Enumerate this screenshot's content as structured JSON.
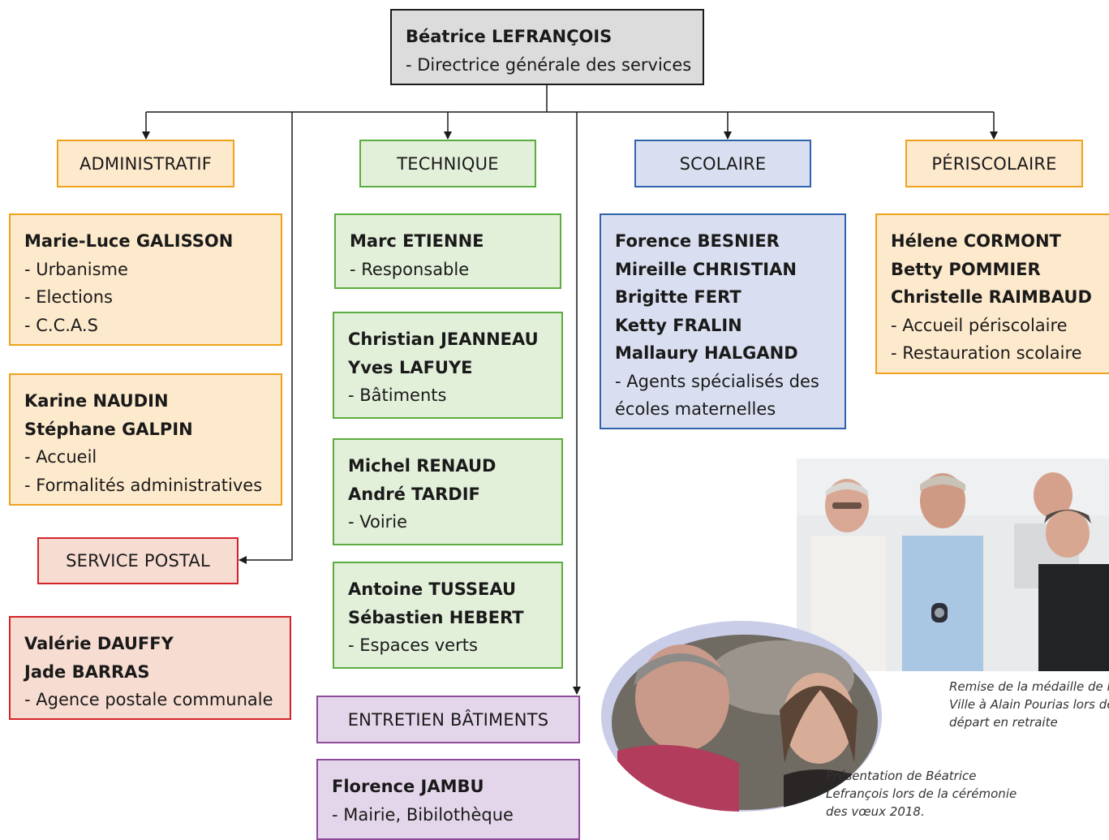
{
  "director": {
    "name": "Béatrice LEFRANÇOIS",
    "role": "- Directrice générale des services"
  },
  "departments": {
    "administratif": "ADMINISTRATIF",
    "technique": "TECHNIQUE",
    "scolaire": "SCOLAIRE",
    "periscolaire": "PÉRISCOLAIRE",
    "service_postal": "SERVICE POSTAL",
    "entretien": "ENTRETIEN BÂTIMENTS"
  },
  "cards": {
    "galisson": {
      "names": [
        "Marie-Luce GALISSON"
      ],
      "roles": [
        "- Urbanisme",
        "- Elections",
        "- C.C.A.S"
      ]
    },
    "naudin": {
      "names": [
        "Karine NAUDIN",
        "Stéphane GALPIN"
      ],
      "roles": [
        "- Accueil",
        "- Formalités administratives"
      ]
    },
    "dauffy": {
      "names": [
        "Valérie DAUFFY",
        "Jade BARRAS"
      ],
      "roles": [
        "- Agence postale communale"
      ]
    },
    "etienne": {
      "names": [
        "Marc ETIENNE"
      ],
      "roles": [
        "- Responsable"
      ]
    },
    "jeanneau": {
      "names": [
        "Christian JEANNEAU",
        "Yves LAFUYE"
      ],
      "roles": [
        "- Bâtiments"
      ]
    },
    "renaud": {
      "names": [
        "Michel RENAUD",
        "André TARDIF"
      ],
      "roles": [
        "- Voirie"
      ]
    },
    "tusseau": {
      "names": [
        "Antoine TUSSEAU",
        "Sébastien HEBERT"
      ],
      "roles": [
        "- Espaces verts"
      ]
    },
    "scolaire": {
      "names": [
        "Forence BESNIER",
        "Mireille CHRISTIAN",
        "Brigitte FERT",
        "Ketty FRALIN",
        "Mallaury HALGAND"
      ],
      "roles": [
        "- Agents spécialisés des",
        "écoles maternelles"
      ]
    },
    "periscolaire": {
      "names": [
        "Hélene CORMONT",
        "Betty POMMIER",
        "Christelle RAIMBAUD"
      ],
      "roles": [
        "- Accueil périscolaire",
        "- Restauration scolaire"
      ]
    },
    "jambu": {
      "names": [
        "Florence JAMBU"
      ],
      "roles": [
        "- Mairie, Bibilothèque"
      ]
    }
  },
  "captions": {
    "medal": [
      "Remise de la médaille de la",
      "Ville à Alain Pourias lors de son",
      "départ en retraite"
    ],
    "presentation": [
      "Présentation de Béatrice",
      "Lefrançois lors de la cérémonie",
      "des vœux 2018."
    ]
  },
  "colors": {
    "administratif": "#f0a21e",
    "technique": "#5cad3f",
    "scolaire": "#2e63ad",
    "service_postal": "#d4242b",
    "entretien": "#8f4a9c",
    "connector": "#1a1a1a"
  }
}
